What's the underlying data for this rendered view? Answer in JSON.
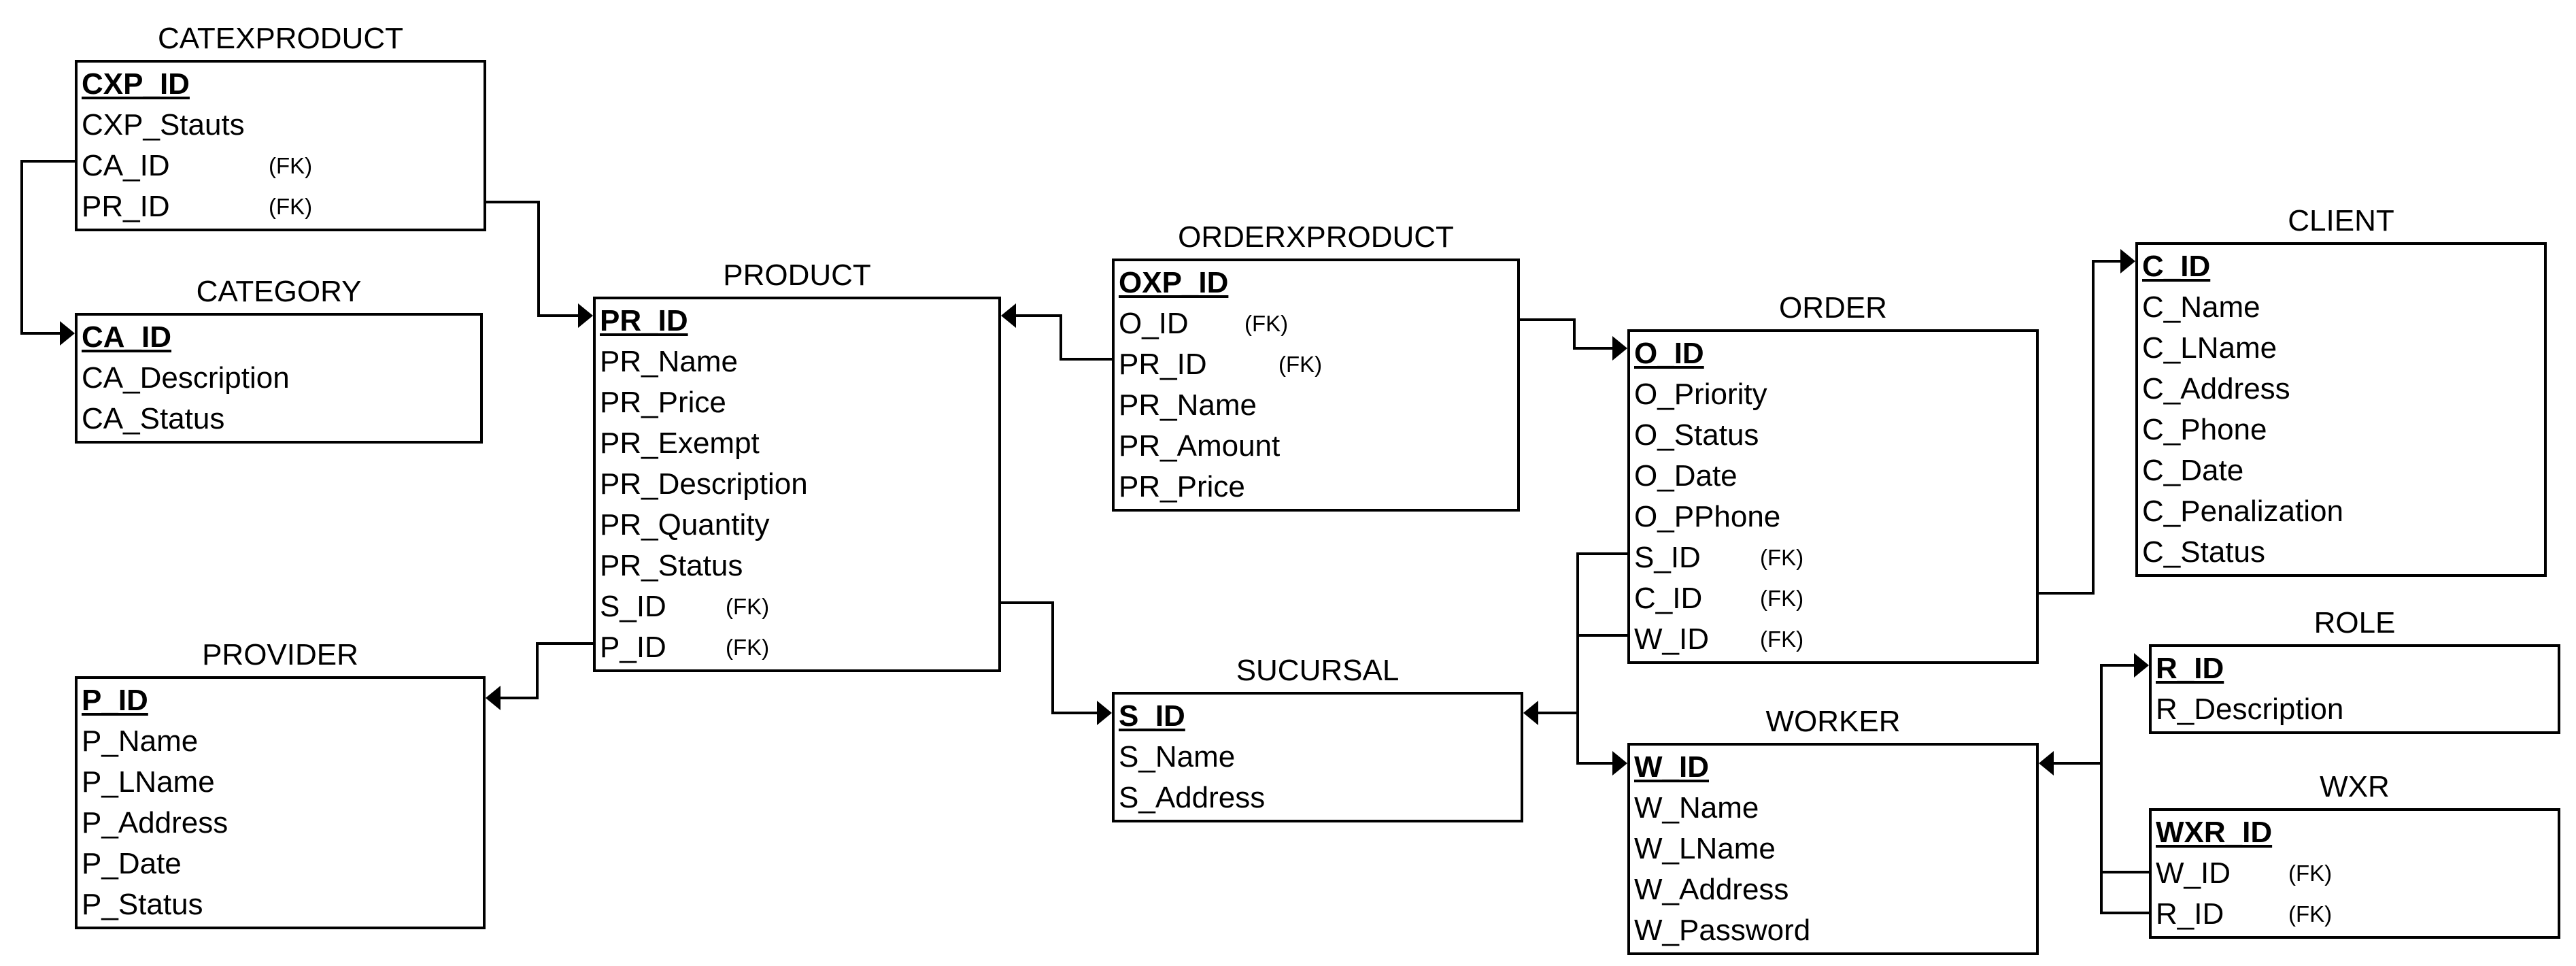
{
  "entities": [
    {
      "id": "catexproduct",
      "title": "CATEXPRODUCT",
      "fields": [
        {
          "name": "CXP_ID",
          "pk": true
        },
        {
          "name": "CXP_Stauts"
        },
        {
          "name": "CA_ID",
          "fk": "(FK)"
        },
        {
          "name": "PR_ID",
          "fk": "(FK)"
        }
      ]
    },
    {
      "id": "category",
      "title": "CATEGORY",
      "fields": [
        {
          "name": "CA_ID",
          "pk": true
        },
        {
          "name": "CA_Description"
        },
        {
          "name": "CA_Status"
        }
      ]
    },
    {
      "id": "product",
      "title": "PRODUCT",
      "fields": [
        {
          "name": "PR_ID",
          "pk": true
        },
        {
          "name": "PR_Name"
        },
        {
          "name": "PR_Price"
        },
        {
          "name": "PR_Exempt"
        },
        {
          "name": "PR_Description"
        },
        {
          "name": "PR_Quantity"
        },
        {
          "name": "PR_Status"
        },
        {
          "name": "S_ID",
          "fk": "(FK)"
        },
        {
          "name": "P_ID",
          "fk": "(FK)"
        }
      ]
    },
    {
      "id": "provider",
      "title": "PROVIDER",
      "fields": [
        {
          "name": "P_ID",
          "pk": true
        },
        {
          "name": "P_Name"
        },
        {
          "name": "P_LName"
        },
        {
          "name": "P_Address"
        },
        {
          "name": "P_Date"
        },
        {
          "name": "P_Status"
        }
      ]
    },
    {
      "id": "orderxproduct",
      "title": "ORDERXPRODUCT",
      "fields": [
        {
          "name": "OXP_ID",
          "pk": true
        },
        {
          "name": "O_ID",
          "fk": "(FK)"
        },
        {
          "name": "PR_ID",
          "fk": "(FK)"
        },
        {
          "name": "PR_Name"
        },
        {
          "name": "PR_Amount"
        },
        {
          "name": "PR_Price"
        }
      ]
    },
    {
      "id": "sucursal",
      "title": "SUCURSAL",
      "fields": [
        {
          "name": "S_ID",
          "pk": true
        },
        {
          "name": "S_Name"
        },
        {
          "name": "S_Address"
        }
      ]
    },
    {
      "id": "order",
      "title": "ORDER",
      "fields": [
        {
          "name": "O_ID",
          "pk": true
        },
        {
          "name": "O_Priority"
        },
        {
          "name": "O_Status"
        },
        {
          "name": "O_Date"
        },
        {
          "name": "O_PPhone"
        },
        {
          "name": "S_ID",
          "fk": "(FK)"
        },
        {
          "name": "C_ID",
          "fk": "(FK)"
        },
        {
          "name": "W_ID",
          "fk": "(FK)"
        }
      ]
    },
    {
      "id": "worker",
      "title": "WORKER",
      "fields": [
        {
          "name": "W_ID",
          "pk": true
        },
        {
          "name": "W_Name"
        },
        {
          "name": "W_LName"
        },
        {
          "name": "W_Address"
        },
        {
          "name": "W_Password"
        }
      ]
    },
    {
      "id": "client",
      "title": "CLIENT",
      "fields": [
        {
          "name": "C_ID",
          "pk": true
        },
        {
          "name": "C_Name"
        },
        {
          "name": "C_LName"
        },
        {
          "name": "C_Address"
        },
        {
          "name": "C_Phone"
        },
        {
          "name": "C_Date"
        },
        {
          "name": "C_Penalization"
        },
        {
          "name": "C_Status"
        }
      ]
    },
    {
      "id": "role",
      "title": "ROLE",
      "fields": [
        {
          "name": "R_ID",
          "pk": true
        },
        {
          "name": "R_Description"
        }
      ]
    },
    {
      "id": "wxr",
      "title": "WXR",
      "fields": [
        {
          "name": "WXR_ID",
          "pk": true
        },
        {
          "name": "W_ID",
          "fk": "(FK)"
        },
        {
          "name": "R_ID",
          "fk": "(FK)"
        }
      ]
    }
  ],
  "relationships": [
    {
      "from": "catexproduct.CA_ID",
      "to": "category.CA_ID"
    },
    {
      "from": "catexproduct.PR_ID",
      "to": "product.PR_ID"
    },
    {
      "from": "product.P_ID",
      "to": "provider.P_ID"
    },
    {
      "from": "product.S_ID",
      "to": "sucursal.S_ID"
    },
    {
      "from": "orderxproduct.PR_ID",
      "to": "product.PR_ID"
    },
    {
      "from": "orderxproduct.O_ID",
      "to": "order.O_ID"
    },
    {
      "from": "order.S_ID",
      "to": "sucursal.S_ID"
    },
    {
      "from": "order.W_ID",
      "to": "worker.W_ID"
    },
    {
      "from": "order.C_ID",
      "to": "client.C_ID"
    },
    {
      "from": "wxr.W_ID",
      "to": "worker.W_ID"
    },
    {
      "from": "wxr.R_ID",
      "to": "role.R_ID"
    }
  ]
}
